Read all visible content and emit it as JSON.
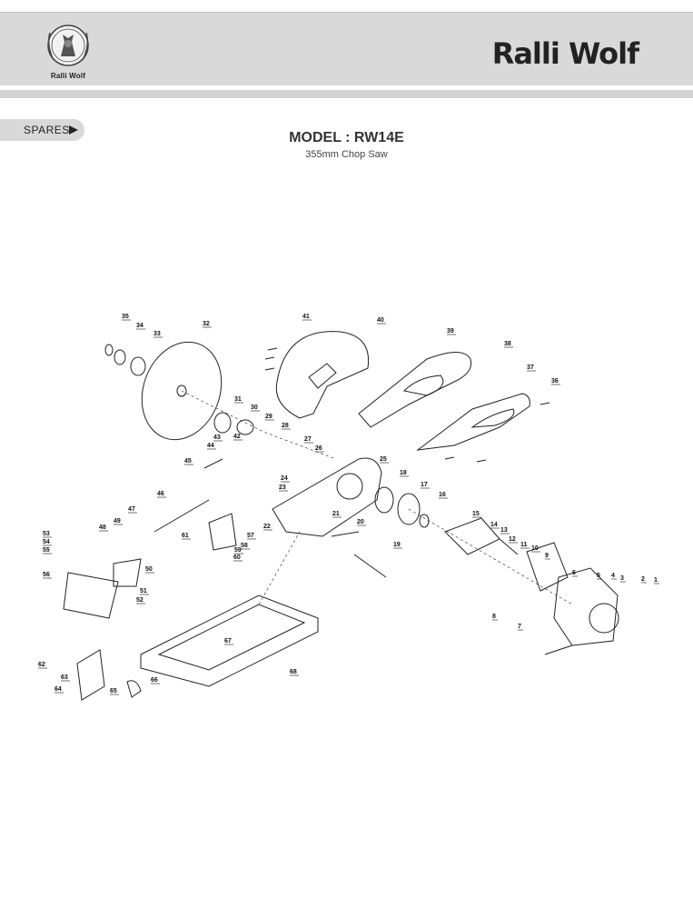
{
  "header": {
    "logo_text": "Ralli Wolf",
    "brand": "Ralli Wolf"
  },
  "nav": {
    "spares_label": "SPARES"
  },
  "title": {
    "model": "MODEL : RW14E",
    "subtitle": "355mm Chop Saw"
  },
  "diagram": {
    "callouts": [
      "1",
      "2",
      "3",
      "4",
      "5",
      "6",
      "7",
      "8",
      "9",
      "10",
      "11",
      "12",
      "13",
      "14",
      "15",
      "16",
      "17",
      "18",
      "19",
      "20",
      "21",
      "22",
      "23",
      "24",
      "25",
      "26",
      "27",
      "28",
      "29",
      "30",
      "31",
      "32",
      "33",
      "34",
      "35",
      "36",
      "37",
      "38",
      "39",
      "40",
      "41",
      "42",
      "43",
      "44",
      "45",
      "46",
      "47",
      "48",
      "49",
      "50",
      "51",
      "52",
      "53",
      "54",
      "55",
      "56",
      "57",
      "58",
      "59",
      "60",
      "61",
      "62",
      "63",
      "64",
      "65",
      "66",
      "67",
      "68"
    ]
  }
}
